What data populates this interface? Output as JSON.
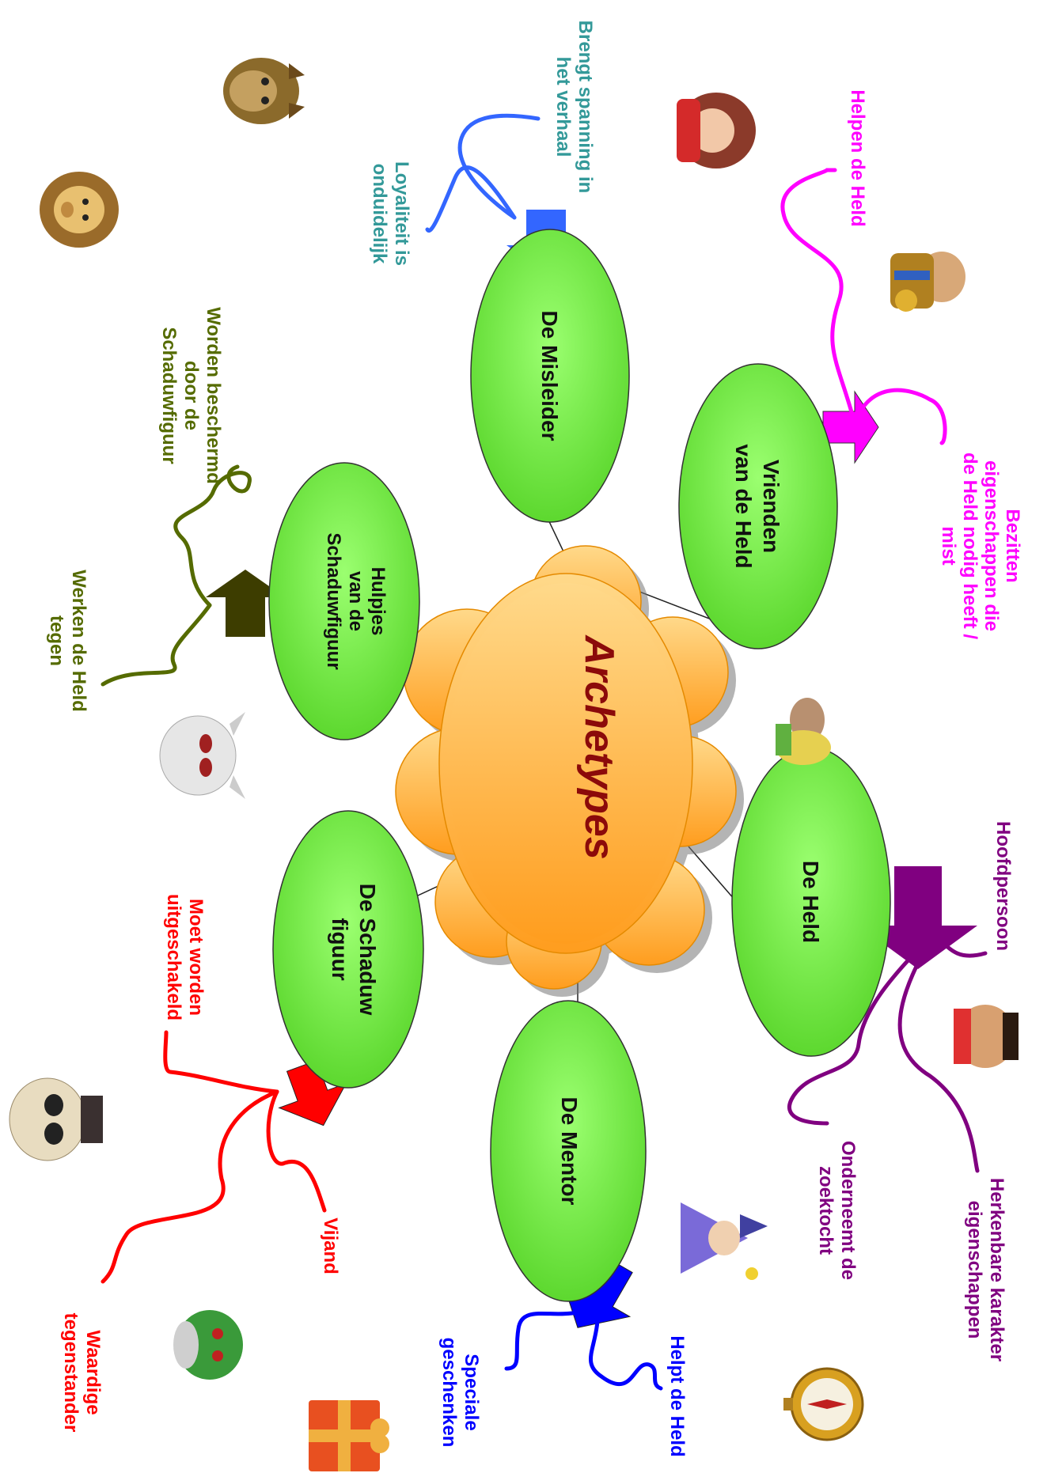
{
  "center": {
    "title": "Archetypes"
  },
  "nodes": {
    "held": {
      "label": "De Held"
    },
    "vrienden": {
      "line1": "Vrienden",
      "line2": "van de Held"
    },
    "misleider": {
      "label": "De Misleider"
    },
    "hulpjes": {
      "line1": "Hulpjes",
      "line2": "van de",
      "line3": "Schaduwfiguur"
    },
    "schaduw": {
      "line1": "De Schaduw",
      "line2": "figuur"
    },
    "mentor": {
      "label": "De Mentor"
    }
  },
  "labels": {
    "hoofdpersoon": "Hoofdpersoon",
    "herkenbare": {
      "line1": "Herkenbare karakter",
      "line2": "eigenschappen"
    },
    "onderneemt": {
      "line1": "Onderneemt de",
      "line2": "zoektocht"
    },
    "helpen": "Helpen de Held",
    "bezitten": {
      "line1": "Bezitten",
      "line2": "eigenschappen die",
      "line3": "de Held nodig heeft /",
      "line4": "mist"
    },
    "brengt": {
      "line1": "Brengt spanning in",
      "line2": "het verhaal"
    },
    "loyaliteit": {
      "line1": "Loyaliteit is",
      "line2": "onduidelijk"
    },
    "worden": {
      "line1": "Worden beschermd",
      "line2": "door de",
      "line3": "Schaduwfiguur"
    },
    "werken": {
      "line1": "Werken de Held",
      "line2": "tegen"
    },
    "moet": {
      "line1": "Moet worden",
      "line2": "uitgeschakeld"
    },
    "vijand": "Vijand",
    "waardige": {
      "line1": "Waardige",
      "line2": "tegenstander"
    },
    "helpt": "Helpt de Held",
    "speciale": {
      "line1": "Speciale",
      "line2": "geschenken"
    }
  },
  "colors": {
    "held": "#800080",
    "vrienden": "#ff00ff",
    "misleider": "#3366ff",
    "misleider_text": "#339999",
    "hulpjes": "#556b00",
    "schaduw": "#ff0000",
    "mentor": "#0000ff",
    "oval_fill": "#7fe85a",
    "cloud_fill": "#ffb347",
    "center_text": "#8b0a0a"
  },
  "icons": [
    "wolf-icon",
    "lion-icon",
    "queen-icon",
    "king-icon",
    "genie-icon",
    "ghost-icon",
    "warrior-woman-icon",
    "skull-icon",
    "wizard-icon",
    "goblin-icon",
    "compass-icon",
    "gift-icon"
  ]
}
